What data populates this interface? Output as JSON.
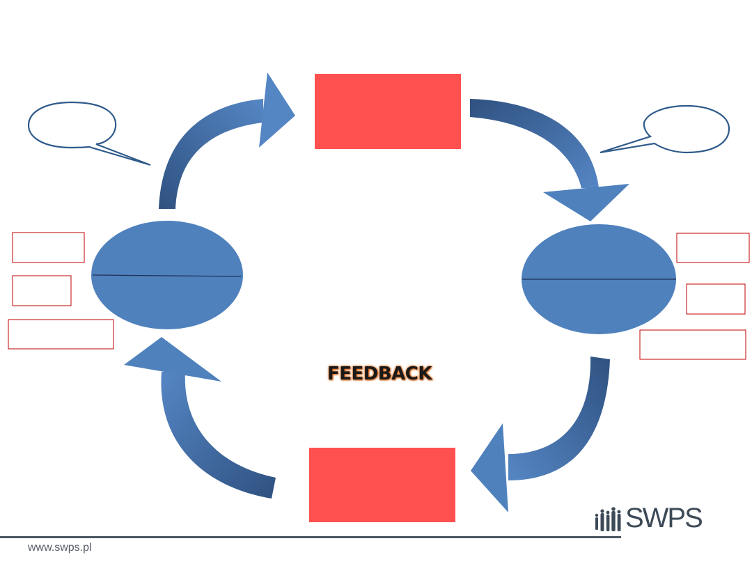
{
  "center": {
    "label": "FEEDBACK"
  },
  "footer": {
    "url": "www.swps.pl"
  },
  "brand": {
    "name": "SWPS",
    "logo_icon": "people-silhouettes-icon"
  },
  "colors": {
    "arrow_light": "#4f81bd",
    "arrow_dark": "#385d8a",
    "ellipse": "#4f81bd",
    "red_box": "#ff5050",
    "label_box_border": "#c00000",
    "footer_line": "#4a5561"
  }
}
